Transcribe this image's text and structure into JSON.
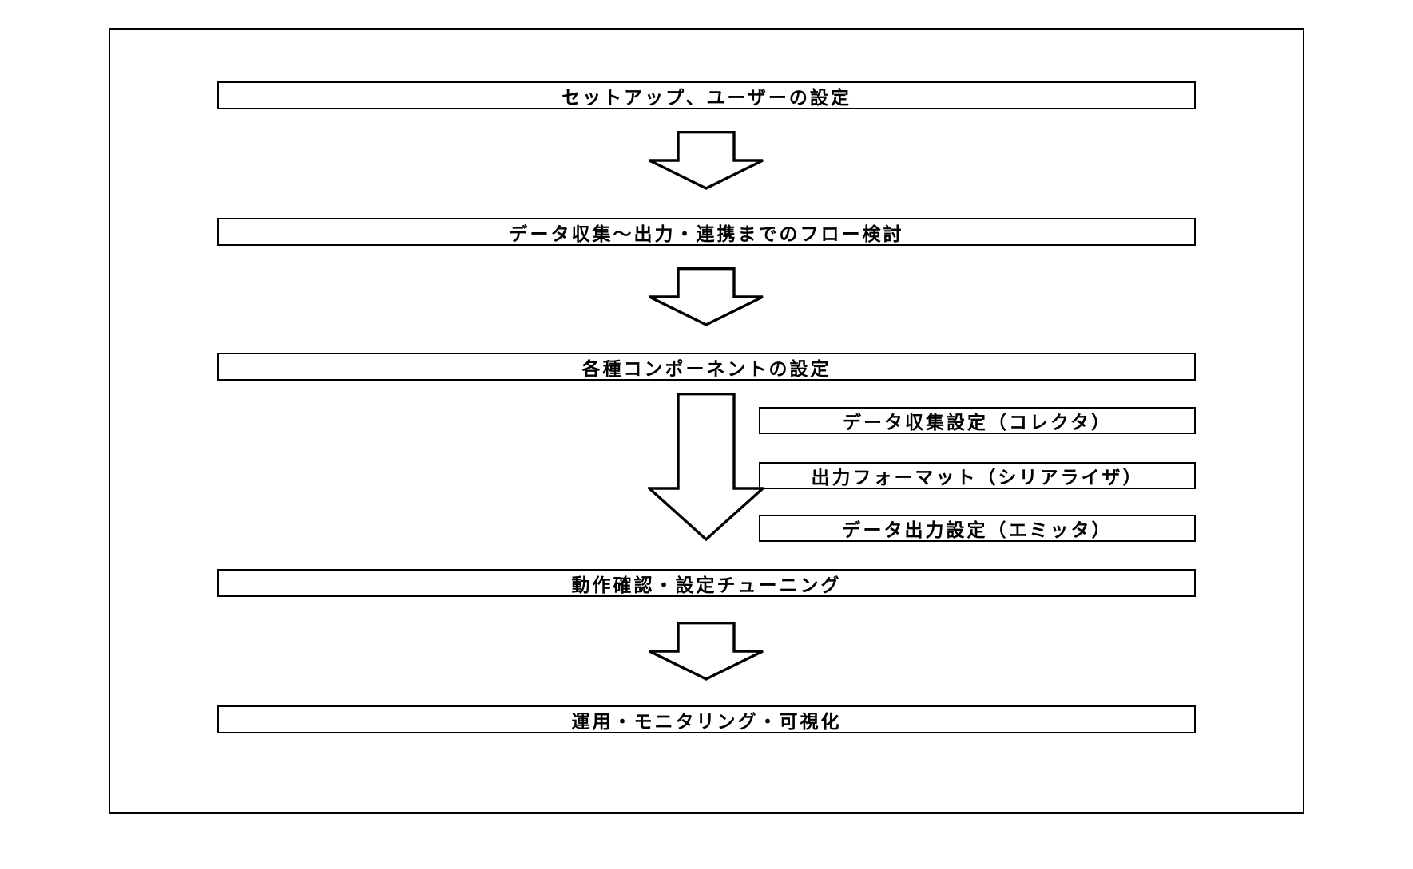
{
  "diagram": {
    "steps": [
      {
        "label": "セットアップ、ユーザーの設定"
      },
      {
        "label": "データ収集～出力・連携までのフロー検討"
      },
      {
        "label": "各種コンポーネントの設定"
      },
      {
        "label": "動作確認・設定チューニング"
      },
      {
        "label": "運用・モニタリング・可視化"
      }
    ],
    "components": [
      {
        "label": "データ収集設定（コレクタ）"
      },
      {
        "label": "出力フォーマット（シリアライザ）"
      },
      {
        "label": "データ出力設定（エミッタ）"
      }
    ],
    "icons": {
      "step_connector": "down-arrow-icon",
      "component_connector": "big-down-arrow-icon"
    },
    "colors": {
      "stroke": "#000000",
      "background": "#ffffff",
      "text": "#000000"
    }
  }
}
